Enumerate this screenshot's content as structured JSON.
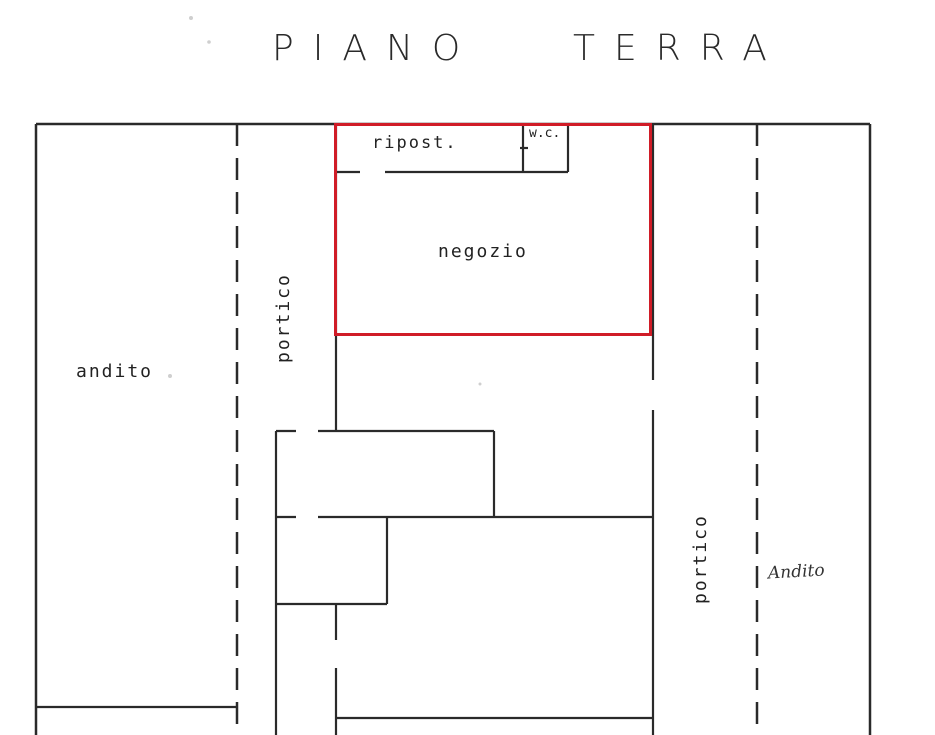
{
  "title": {
    "left": "PIANO",
    "right": "TERRA"
  },
  "rooms": {
    "ripost": "ripost.",
    "wc": "w.c.",
    "negozio": "negozio",
    "andito": "andito",
    "portico_left": "portico",
    "portico_right": "portico",
    "andito_handwritten": "Andito"
  },
  "colors": {
    "highlight": "#d01c27",
    "ink": "#2a2a2a",
    "background": "#ffffff"
  }
}
